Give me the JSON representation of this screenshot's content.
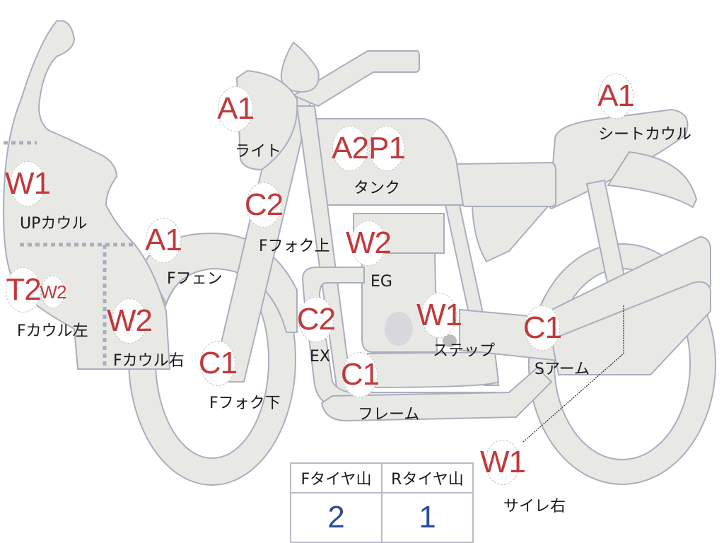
{
  "diagram": {
    "type": "motorcycle-condition-map",
    "colors": {
      "part_fill": "#e8e8e4",
      "part_outline": "#a9afbe",
      "grade_code": "#c0393b",
      "tire_value": "#2a4d9c",
      "label_text": "#1a1a1a"
    },
    "parts": [
      {
        "id": "up-cowl",
        "label": "UPカウル",
        "codes": [
          "W1"
        ]
      },
      {
        "id": "f-cowl-left",
        "label": "Fカウル左",
        "codes": [
          "T2",
          "W2"
        ]
      },
      {
        "id": "f-cowl-right",
        "label": "Fカウル右",
        "codes": [
          "W2"
        ]
      },
      {
        "id": "f-fender",
        "label": "Fフェン",
        "codes": [
          "A1"
        ]
      },
      {
        "id": "light",
        "label": "ライト",
        "codes": [
          "A1"
        ]
      },
      {
        "id": "f-fork-upper",
        "label": "Fフォク上",
        "codes": [
          "C2"
        ]
      },
      {
        "id": "f-fork-lower",
        "label": "Fフォク下",
        "codes": [
          "C1"
        ]
      },
      {
        "id": "tank",
        "label": "タンク",
        "codes": [
          "A2",
          "P1"
        ]
      },
      {
        "id": "engine",
        "label": "EG",
        "codes": [
          "W2"
        ]
      },
      {
        "id": "exhaust",
        "label": "EX",
        "codes": [
          "C2"
        ]
      },
      {
        "id": "frame",
        "label": "フレーム",
        "codes": [
          "C1"
        ]
      },
      {
        "id": "step",
        "label": "ステップ",
        "codes": [
          "W1"
        ]
      },
      {
        "id": "swing-arm",
        "label": "Sアーム",
        "codes": [
          "C1"
        ]
      },
      {
        "id": "seat-cowl",
        "label": "シートカウル",
        "codes": [
          "A1"
        ]
      },
      {
        "id": "muffler-right",
        "label": "サイレ右",
        "codes": [
          "W1"
        ]
      }
    ]
  },
  "tire_table": {
    "headers": [
      "Fタイヤ山",
      "Rタイヤ山"
    ],
    "values": [
      "2",
      "1"
    ]
  }
}
